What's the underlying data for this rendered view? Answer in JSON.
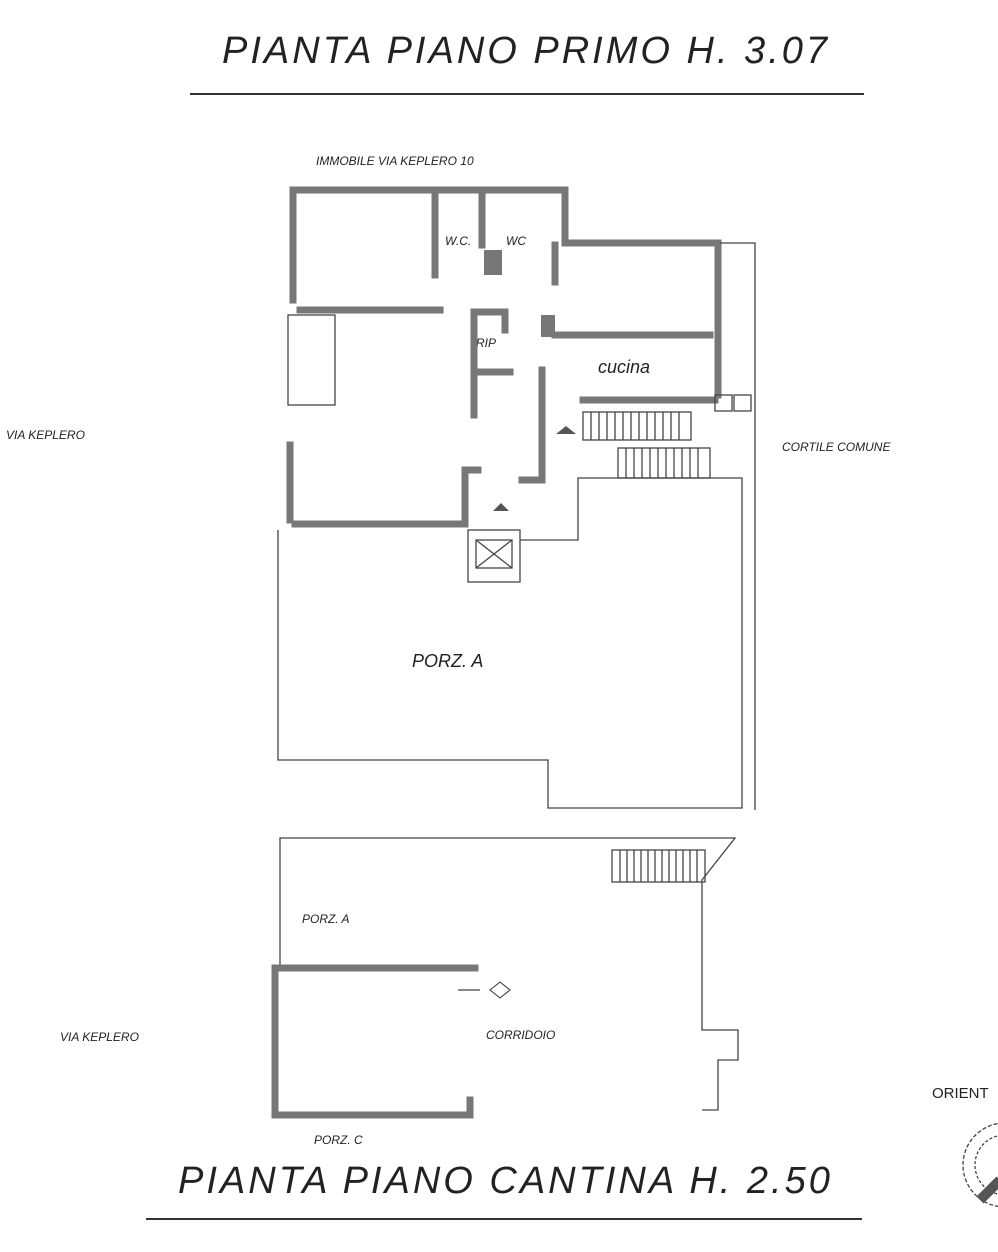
{
  "titles": {
    "first_floor": "PIANTA  PIANO  PRIMO  H. 3.07",
    "cellar_floor": "PIANTA  PIANO  CANTINA  H. 2.50"
  },
  "first_floor_labels": {
    "neighbor_building": "IMMOBILE VIA KEPLERO 10",
    "street": "VIA  KEPLERO",
    "courtyard": "CORTILE COMUNE",
    "wc1": "W.C.",
    "wc2": "WC",
    "storage": "RIP",
    "kitchen": "cucina",
    "portion": "PORZ.  A"
  },
  "cellar_labels": {
    "portion_a": "PORZ.  A",
    "street": "VIA  KEPLERO",
    "corridor": "CORRIDOIO",
    "portion_c": "PORZ.  C"
  },
  "orientation_label": "ORIENT"
}
